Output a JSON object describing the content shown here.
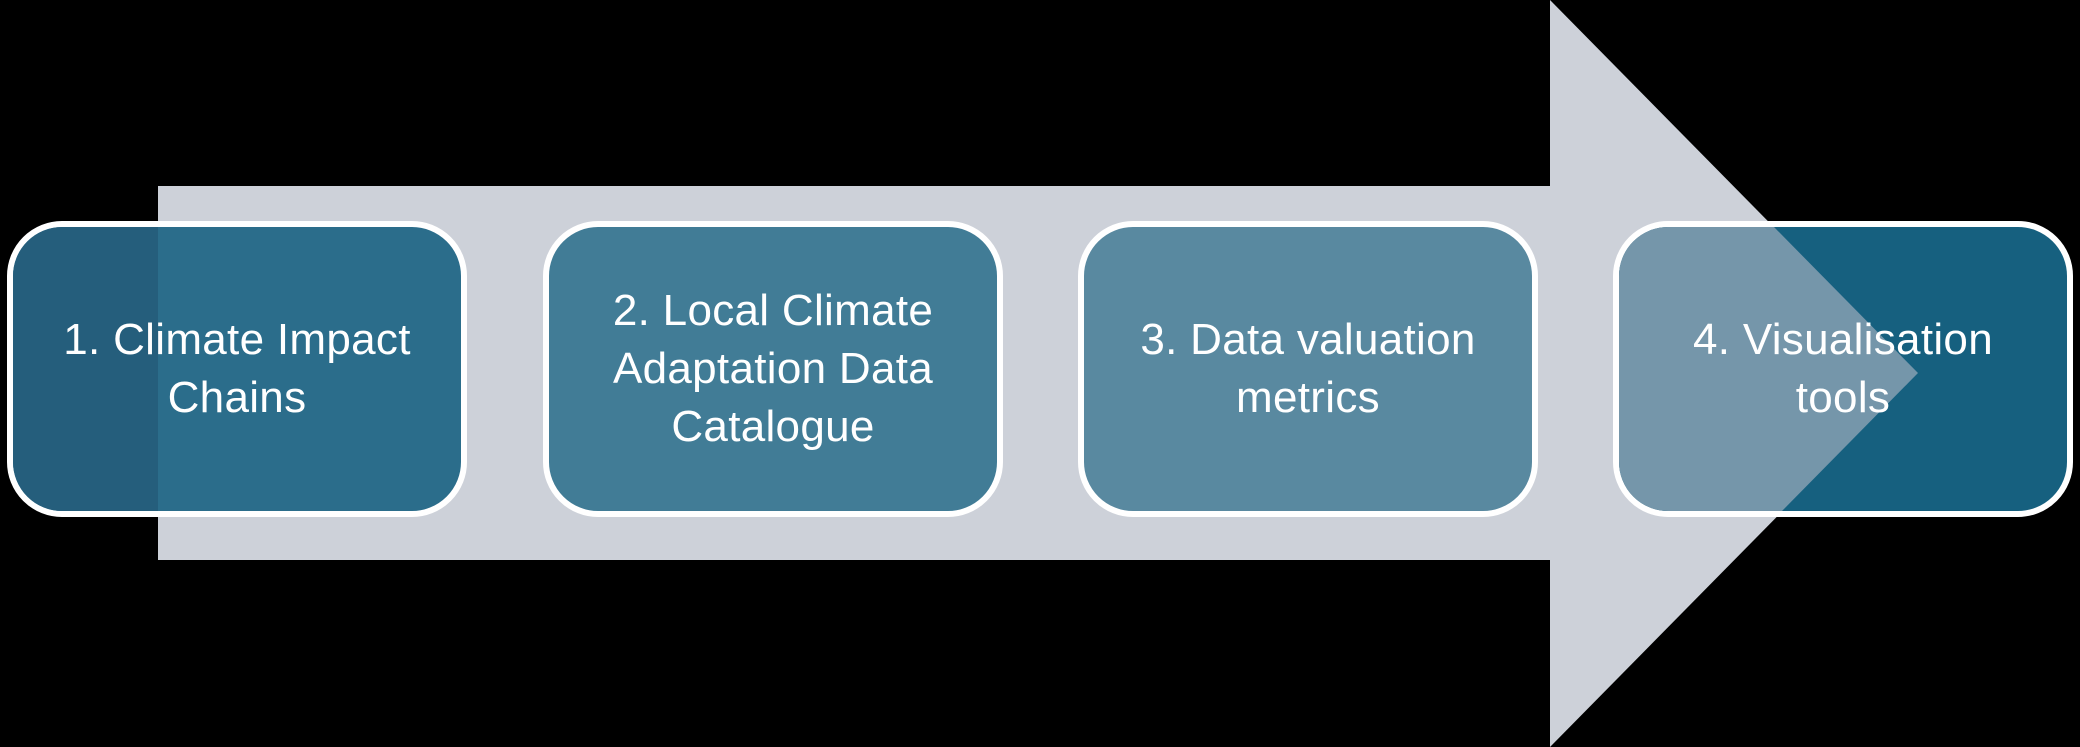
{
  "diagram": {
    "background_color": "#000000",
    "arrow_color": "#cdd1d9",
    "box_border_color": "#ffffff",
    "text_color": "#ffffff",
    "steps": [
      {
        "label": "1. Climate Impact Chains",
        "lines": [
          "1. Climate Impact",
          "Chains"
        ],
        "fill": "#2b6d8b",
        "off_arrow_fill": "#255e7c"
      },
      {
        "label": "2. Local Climate Adaptation Data Catalogue",
        "lines": [
          "2. Local Climate",
          "Adaptation Data",
          "Catalogue"
        ],
        "fill": "#417c96"
      },
      {
        "label": "3. Data valuation metrics",
        "lines": [
          "3. Data valuation",
          "metrics"
        ],
        "fill": "#5989a0"
      },
      {
        "label": "4. Visualisation tools",
        "lines": [
          "4. Visualisation",
          "tools"
        ],
        "fill": "#16607f",
        "on_arrowhead_fill": "#7596aa"
      }
    ]
  }
}
